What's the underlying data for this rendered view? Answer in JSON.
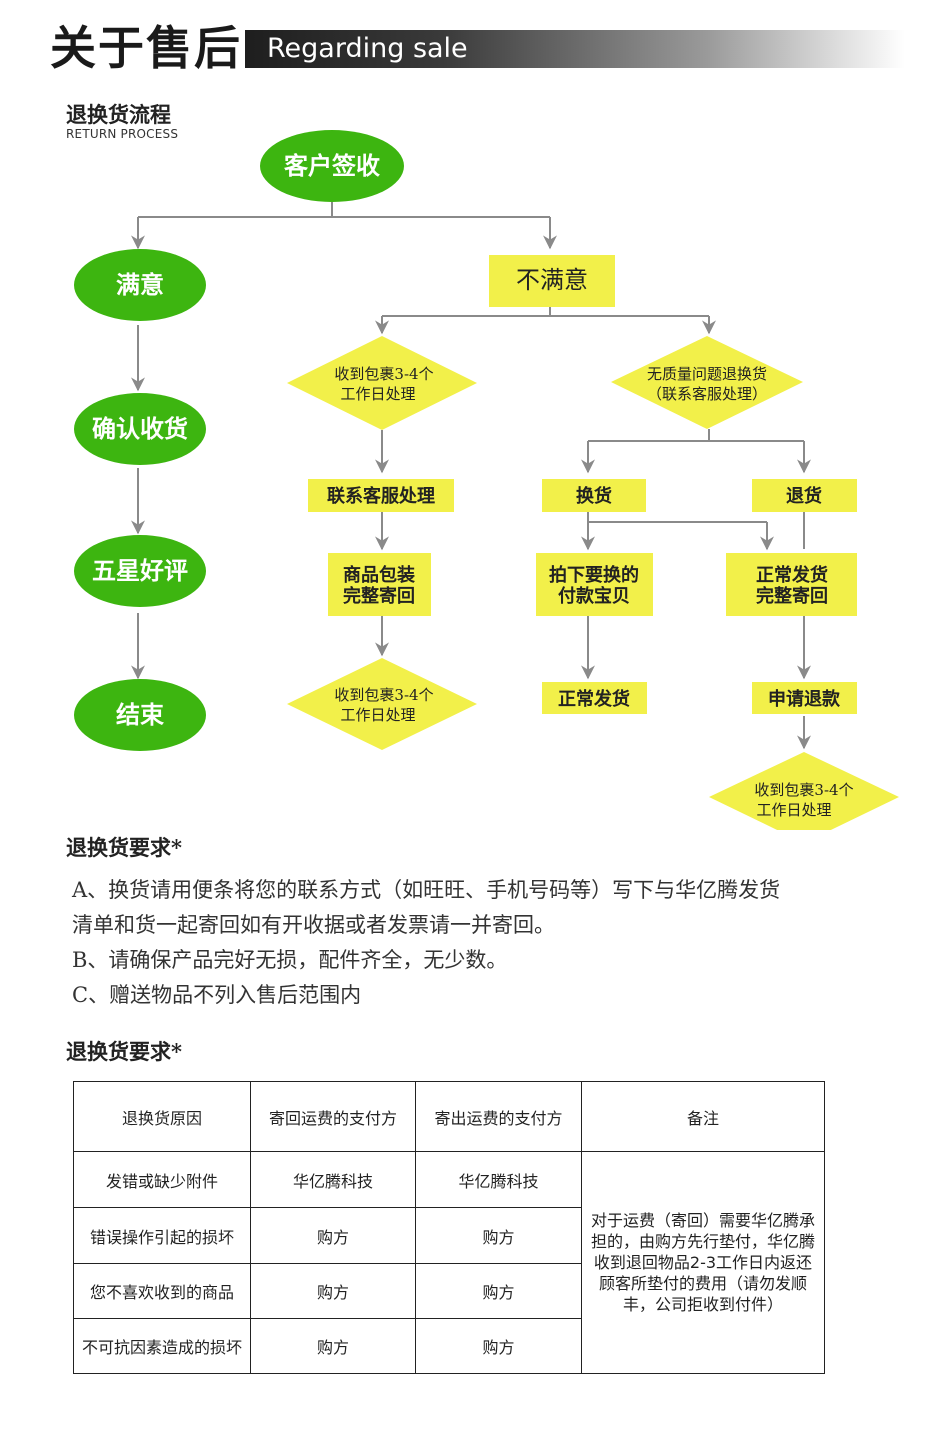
{
  "header": {
    "title": "关于售后",
    "band_text": "Regarding sale"
  },
  "process": {
    "title": "退换货流程",
    "subtitle": "RETURN PROCESS"
  },
  "flow": {
    "customer_sign": "客户签收",
    "satisfied": "满意",
    "confirm_receipt": "确认收货",
    "five_star": "五星好评",
    "end": "结束",
    "unsatisfied": "不满意",
    "d1": [
      "收到包裹3-4个",
      "工作日处理"
    ],
    "d_no_quality": [
      "无质量问题退换货",
      "（联系客服处理）"
    ],
    "contact_cs": "联系客服处理",
    "pack_return": [
      "商品包装",
      "完整寄回"
    ],
    "d2": [
      "收到包裹3-4个",
      "工作日处理"
    ],
    "exchange": "换货",
    "refund": "退货",
    "pay_item": [
      "拍下要换的",
      "付款宝贝"
    ],
    "normal_return": [
      "正常发货",
      "完整寄回"
    ],
    "normal_ship": "正常发货",
    "apply_refund": "申请退款",
    "d3": [
      "收到包裹3-4个",
      "工作日处理"
    ]
  },
  "colors": {
    "green": "#3db510",
    "yellow": "#f2f04a",
    "arrow": "#8a8a8a"
  },
  "requirements": {
    "title": "退换货要求*",
    "lines": [
      "A、换货请用便条将您的联系方式（如旺旺、手机号码等）写下与华亿腾发货",
      "清单和货一起寄回如有开收据或者发票请一并寄回。",
      "B、请确保产品完好无损，配件齐全，无少数。",
      "C、赠送物品不列入售后范围内"
    ]
  },
  "table": {
    "title": "退换货要求*",
    "headers": [
      "退换货原因",
      "寄回运费的支付方",
      "寄出运费的支付方",
      "备注"
    ],
    "rows": [
      [
        "发错或缺少附件",
        "华亿腾科技",
        "华亿腾科技"
      ],
      [
        "错误操作引起的损坏",
        "购方",
        "购方"
      ],
      [
        "您不喜欢收到的商品",
        "购方",
        "购方"
      ],
      [
        "不可抗因素造成的损坏",
        "购方",
        "购方"
      ]
    ],
    "note_lines": [
      "对于运费（寄回）需要华亿腾承",
      "担的，由购方先行垫付，华亿腾",
      "收到退回物品2-3工作日内返还",
      "顾客所垫付的费用（请勿发顺",
      "丰，公司拒收到付件）"
    ]
  }
}
